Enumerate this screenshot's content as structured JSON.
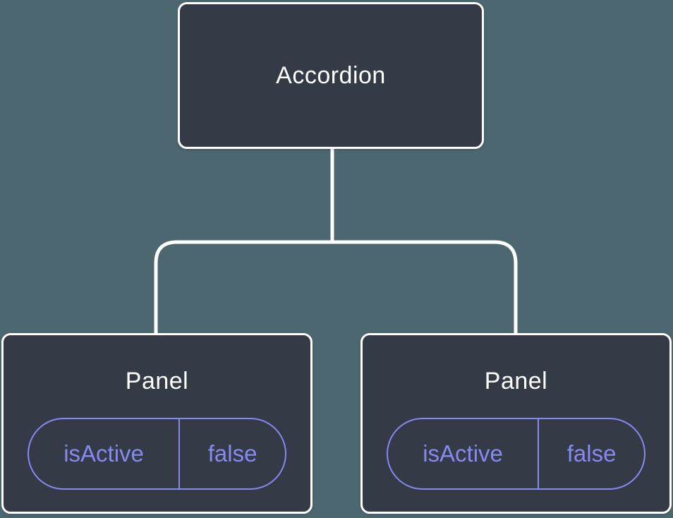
{
  "colors": {
    "background": "#4d6770",
    "node_fill": "#343a46",
    "node_border": "#ffffff",
    "connector": "#ffffff",
    "state_accent": "#8689f0",
    "title_text": "#ffffff"
  },
  "tree": {
    "root": {
      "label": "Accordion"
    },
    "children": [
      {
        "label": "Panel",
        "state": {
          "key": "isActive",
          "value": "false"
        }
      },
      {
        "label": "Panel",
        "state": {
          "key": "isActive",
          "value": "false"
        }
      }
    ]
  }
}
